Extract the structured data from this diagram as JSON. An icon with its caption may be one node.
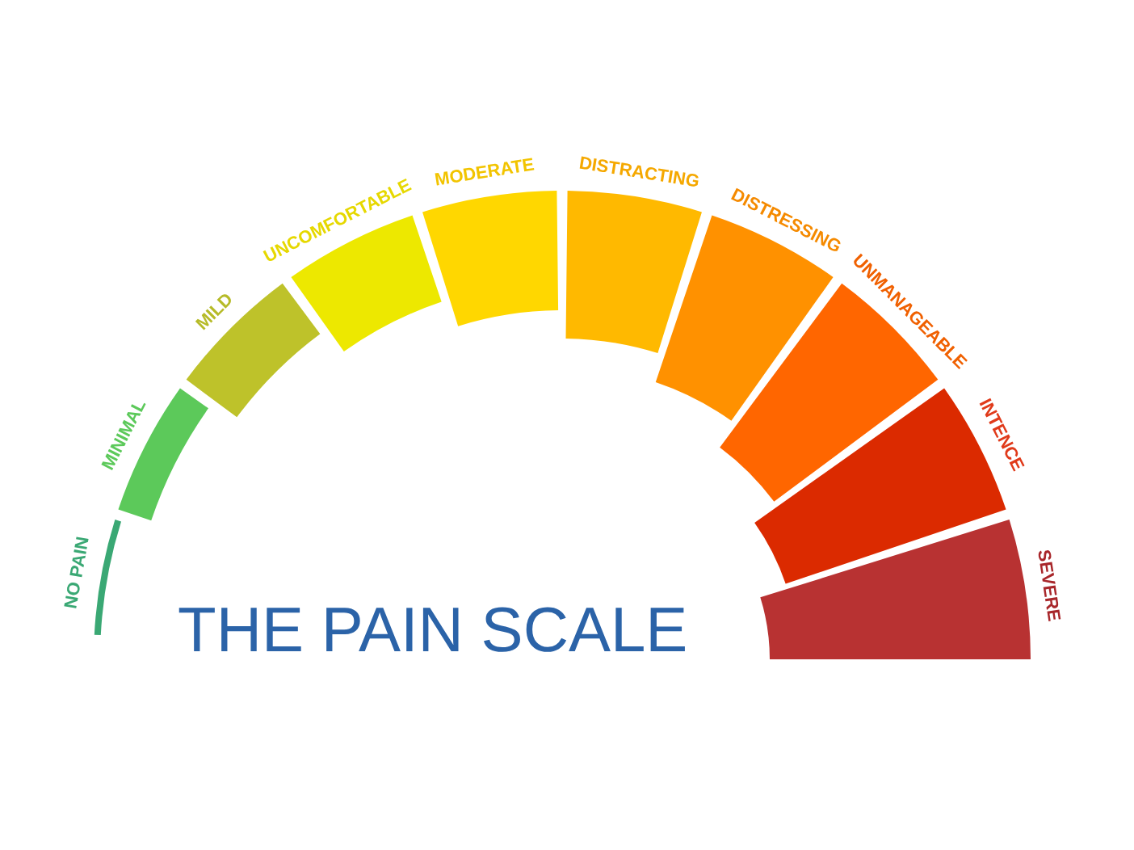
{
  "diagram": {
    "title": "THE PAIN SCALE",
    "nodes": [
      {
        "text": [
          "NO PAIN"
        ]
      },
      {
        "text": [
          "MINIMAL"
        ]
      },
      {
        "text": [
          "MILD"
        ]
      },
      {
        "text": [
          "UNCOMFORTABLE"
        ]
      },
      {
        "text": [
          "MODERATE"
        ]
      },
      {
        "text": [
          "DISTRACTING"
        ]
      },
      {
        "text": [
          "DISTRESSING"
        ]
      },
      {
        "text": [
          "UNMANAGEABLE"
        ]
      },
      {
        "text": [
          "INTENCE"
        ]
      },
      {
        "text": [
          "SEVERE"
        ]
      }
    ]
  }
}
